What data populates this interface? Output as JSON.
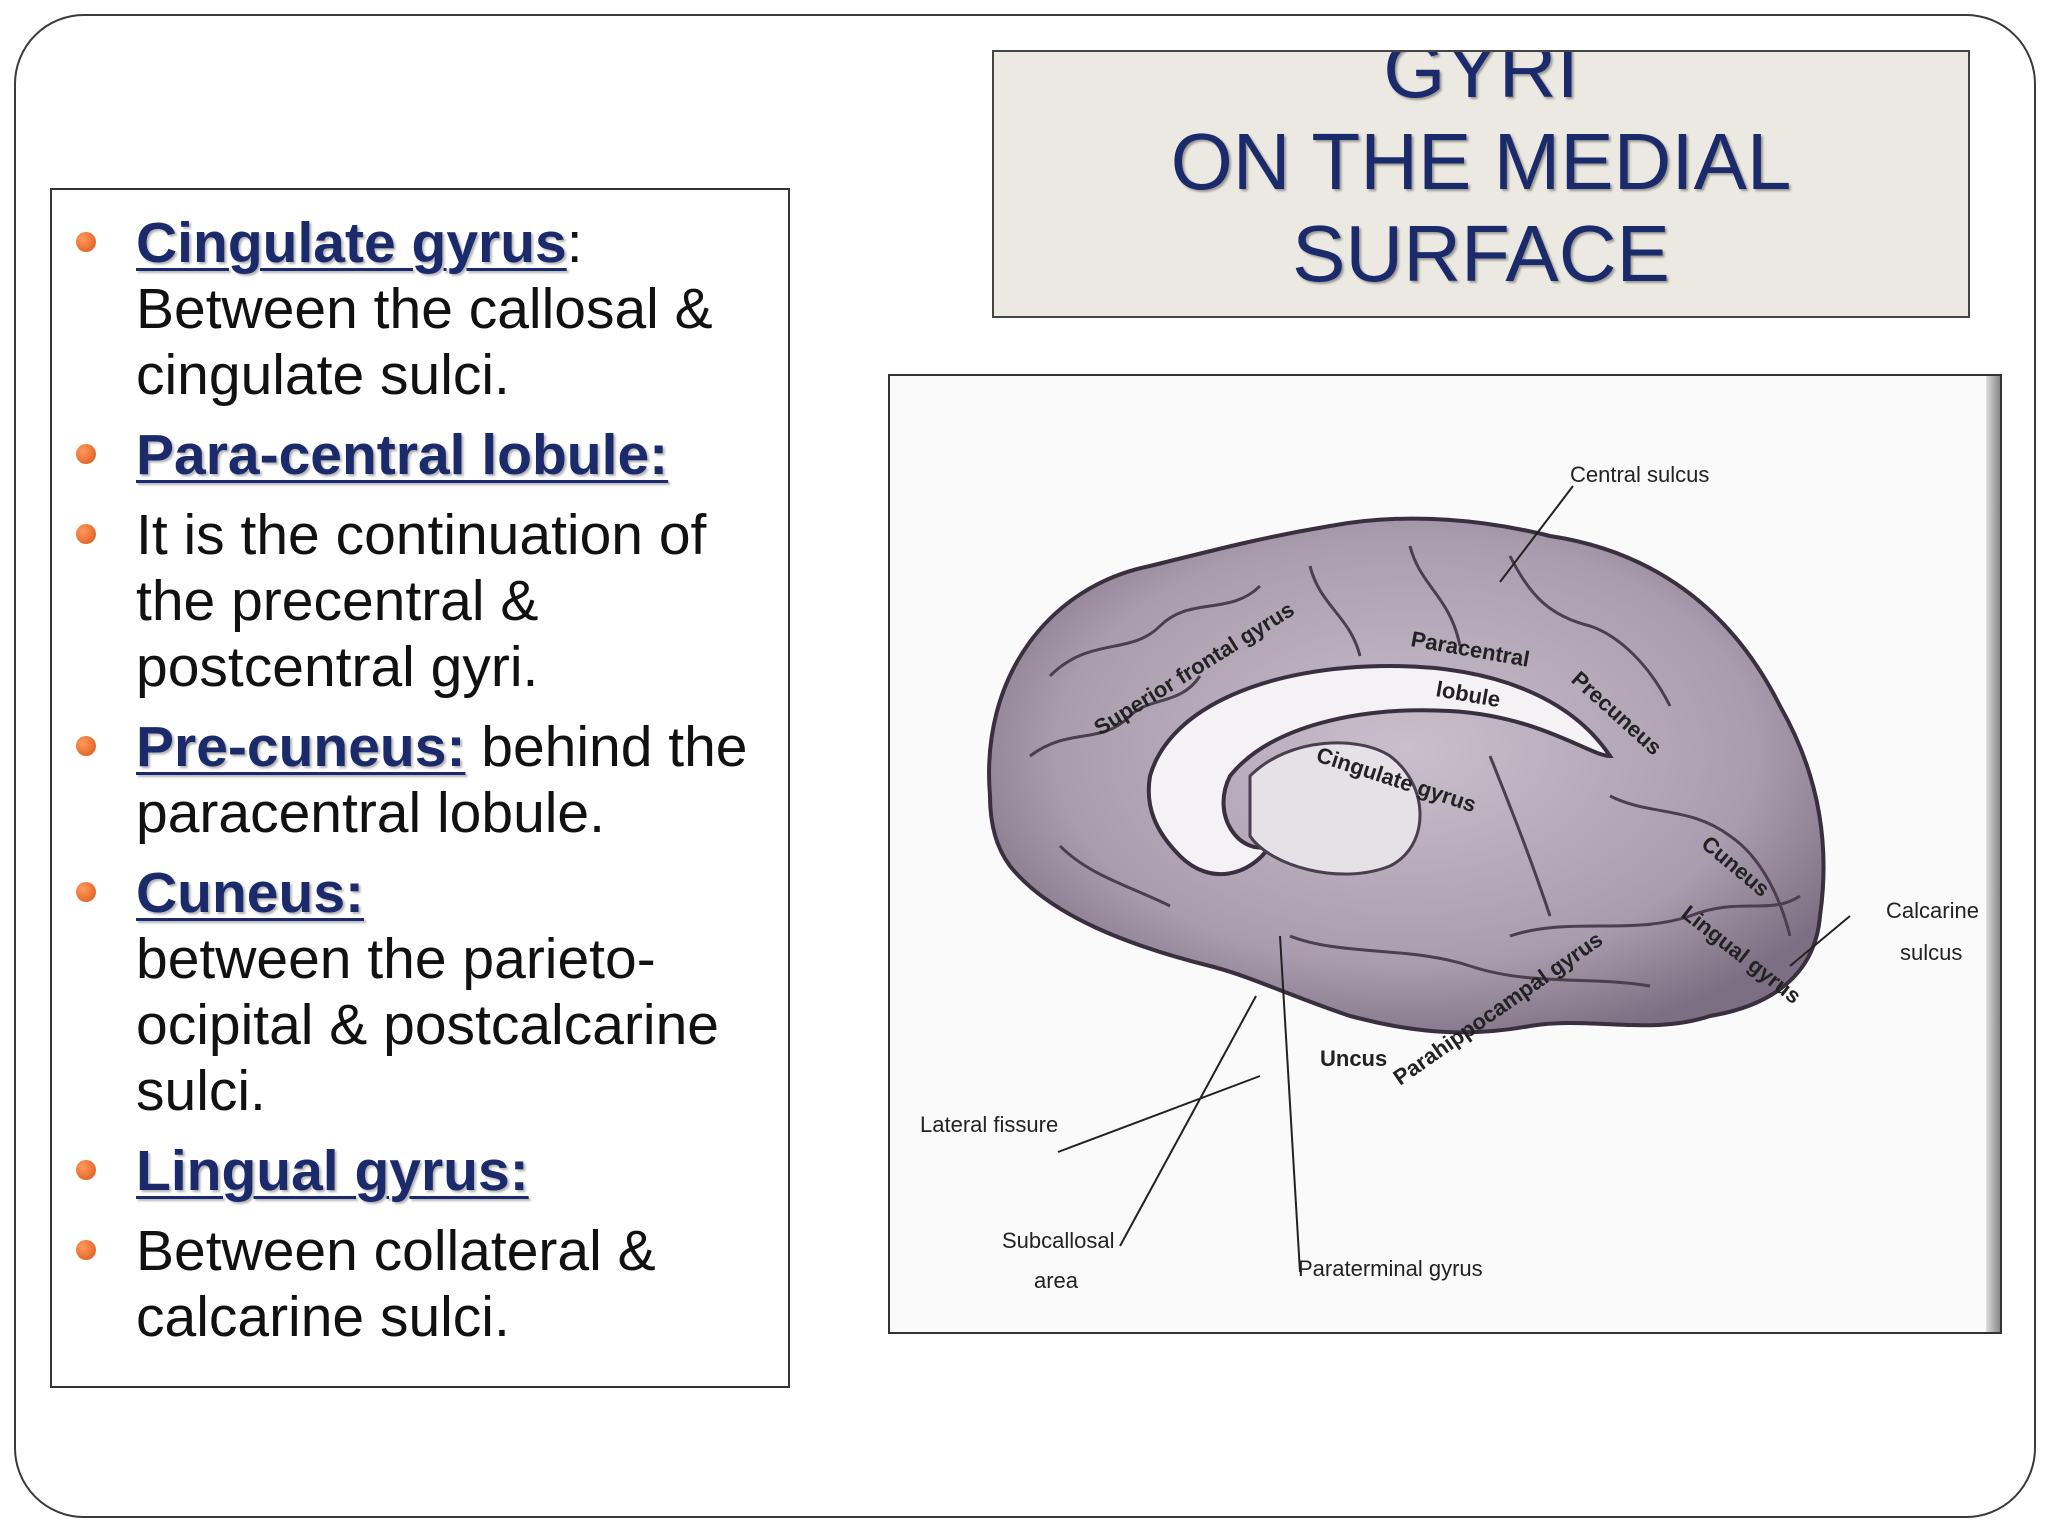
{
  "title": {
    "line1": "GYRI",
    "line2": "ON THE MEDIAL",
    "line3": "SURFACE"
  },
  "bullets": [
    {
      "term": "Cingulate gyrus",
      "colon": ":",
      "text": "Between the callosal & cingulate sulci."
    },
    {
      "term": "Para-central lobule:",
      "text": ""
    },
    {
      "term": "",
      "text": "It is the continuation of the precentral & postcentral gyri."
    },
    {
      "term": "Pre-cuneus:",
      "text": " behind the paracentral lobule."
    },
    {
      "term": "Cuneus:",
      "text": " between the parieto-ocipital & postcalcarine sulci."
    },
    {
      "term": "Lingual gyrus:",
      "text": ""
    },
    {
      "term": "",
      "text": "Between collateral & calcarine sulci."
    }
  ],
  "figure": {
    "labels": {
      "central_sulcus": "Central sulcus",
      "calcarine_1": "Calcarine",
      "calcarine_2": "sulcus",
      "lateral_fissure": "Lateral fissure",
      "subcallosal_1": "Subcallosal",
      "subcallosal_2": "area",
      "paraterminal": "Paraterminal gyrus"
    },
    "gyri_labels": {
      "superior_frontal": "Superior frontal gyrus",
      "paracentral_1": "Paracentral",
      "paracentral_2": "lobule",
      "precuneus": "Precuneus",
      "cingulate": "Cingulate gyrus",
      "cuneus": "Cuneus",
      "lingual": "Lingual gyrus",
      "parahippocampal": "Parahippocampal gyrus",
      "uncus": "Uncus"
    }
  }
}
